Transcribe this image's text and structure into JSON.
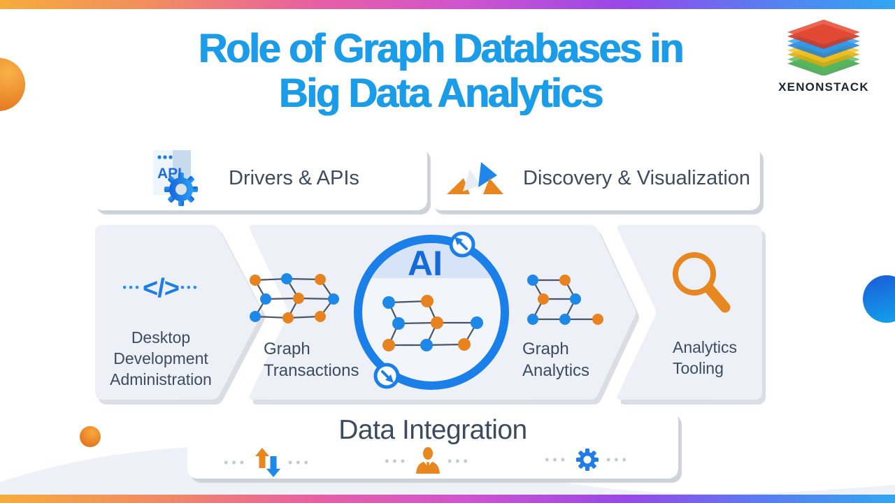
{
  "header": {
    "title_line1": "Role of Graph Databases in",
    "title_line2": "Big Data Analytics"
  },
  "brand": {
    "name": "XENONSTACK",
    "logo_icon": "layer-stack-icon",
    "layer_colors": [
      "#e64a33",
      "#2d9cf0",
      "#f3c21f",
      "#55b85a"
    ]
  },
  "top_cards": [
    {
      "label": "Drivers & APIs",
      "icon": "api-document-gear-icon",
      "icon_text": "API"
    },
    {
      "label": "Discovery & Visualization",
      "icon": "fan-chart-icon"
    }
  ],
  "pipeline": {
    "left_block": {
      "icon": "code-tag-icon",
      "icon_dots": "•••",
      "icon_code": "</>",
      "line1": "Desktop",
      "line2": "Development",
      "line3": "Administration"
    },
    "graph_transactions": {
      "icon": "graph-network-icon",
      "line1": "Graph",
      "line2": "Transactions"
    },
    "ai": {
      "label": "AI",
      "icon": "ai-learning-cycle-icon"
    },
    "graph_analytics": {
      "icon": "graph-network-icon",
      "line1": "Graph",
      "line2": "Analytics"
    },
    "right_block": {
      "icon": "magnifier-icon",
      "line1": "Analytics",
      "line2": "Tooling"
    }
  },
  "bottom_card": {
    "title": "Data Integration",
    "dots": "•••",
    "icons": [
      "transfer-arrows-icon",
      "analyst-person-icon",
      "gear-icon"
    ]
  },
  "colors": {
    "title_blue": "#1b9ce9",
    "accent_blue": "#1e88e8",
    "dark_blue": "#1565d8",
    "orange": "#e8861f",
    "dark_text": "#3d4b5f",
    "block_fill": "#edf1f7",
    "shadow": "#ced3da",
    "ai_segment": "#d7e3f7",
    "dot_gray": "#c5cad3"
  }
}
